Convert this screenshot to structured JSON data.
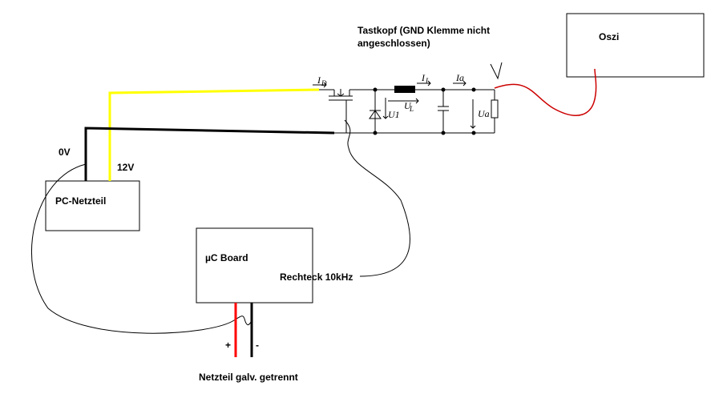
{
  "diagram": {
    "boxes": {
      "pc_netzteil": "PC-Netzteil",
      "uc_board": "µC Board",
      "oszi": "Oszi"
    },
    "labels": {
      "zero_v": "0V",
      "twelve_v": "12V",
      "rechteck": "Rechteck 10kHz",
      "tastkopf_line1": "Tastkopf (GND Klemme nicht",
      "tastkopf_line2": "angeschlossen)",
      "netzteil_galv": "Netzteil galv. getrennt",
      "plus": "+",
      "minus": "-"
    },
    "symbols": {
      "i_d": "I",
      "i_d_sub": "D",
      "i_l": "I",
      "i_l_sub": "L",
      "i_a": "Ia",
      "u_1": "U1",
      "u_l": "U",
      "u_l_sub": "L",
      "u_a": "Ua"
    },
    "colors": {
      "yellow_wire": "#ffff00",
      "black_wire": "#000000",
      "red_wire": "#ff0000",
      "probe_wire": "#cc0000"
    }
  }
}
